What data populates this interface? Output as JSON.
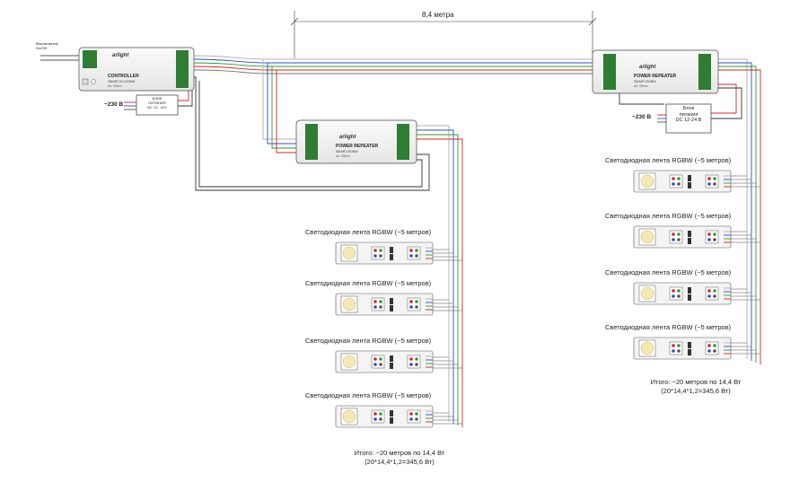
{
  "dimension_label": "8,4 метра",
  "switch_label": "Выключатель\nOn/Off",
  "controller": {
    "brand": "arlight",
    "title": "CONTROLLER",
    "model": "SMART-K2-RGBW",
    "article": "Art. 025xxx"
  },
  "repeater_mid": {
    "brand": "arlight",
    "title": "POWER REPEATER",
    "model": "SMART-RGBW",
    "article": "Art. 025xxx"
  },
  "repeater_right": {
    "brand": "arlight",
    "title": "POWER REPEATER",
    "model": "SMART-RGBW",
    "article": "Art. 025xxx"
  },
  "psu_small": {
    "line1": "БЛОК",
    "line2": "ПИТАНИЯ",
    "line3": "DC 12...24V"
  },
  "psu_right": {
    "line1": "Блок",
    "line2": "питания",
    "line3": "DC 12-24 В"
  },
  "mains_label": "~230 В",
  "strip_label": "Светодиодная лента RGBW (~5 метров)",
  "totals": {
    "line1": "Итого: ~20 метров по 14,4 Вт",
    "line2": "(20*14,4*1,2=345,6 Вт)"
  },
  "colors": {
    "red": "#e02020",
    "green": "#2aa02a",
    "blue": "#2a4fd0",
    "white": "#b0b0b0",
    "black": "#333333",
    "terminal": "#2e7d32"
  }
}
